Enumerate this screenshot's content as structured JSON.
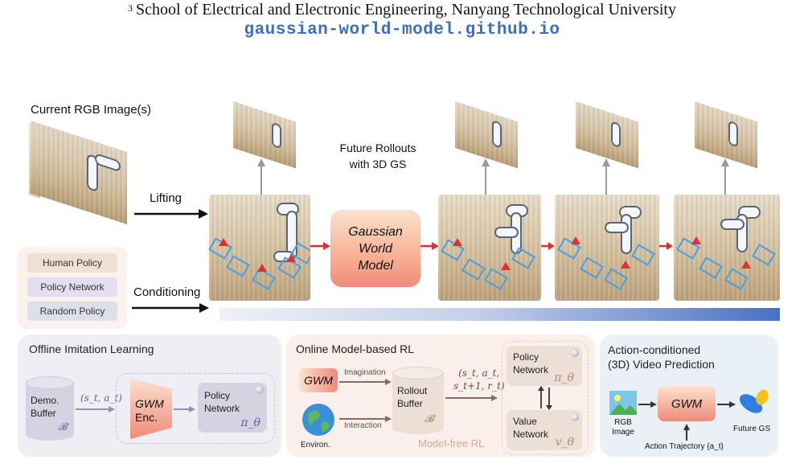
{
  "header": {
    "affiliation_sup": "3",
    "affiliation": "School of Electrical and Electronic Engineering, Nanyang Technological University",
    "url": "gaussian-world-model.github.io"
  },
  "top": {
    "current_images_label": "Current RGB Image(s)",
    "lifting_label": "Lifting",
    "conditioning_label": "Conditioning",
    "future_rollouts_line1": "Future Rollouts",
    "future_rollouts_line2": "with 3D GS",
    "gwm_line1": "Gaussian",
    "gwm_line2": "World",
    "gwm_line3": "Model",
    "policies": [
      "Human Policy",
      "Policy Network",
      "Random Policy"
    ]
  },
  "panels": {
    "offline": {
      "title": "Offline Imitation Learning",
      "buffer_line1": "Demo.",
      "buffer_line2": "Buffer",
      "buffer_symbol": "𝓑",
      "transition": "(s_t, a_t)",
      "enc_line1": "GWM",
      "enc_line2": "Enc.",
      "policy_line1": "Policy",
      "policy_line2": "Network",
      "policy_symbol": "π_θ"
    },
    "online": {
      "title": "Online Model-based RL",
      "gwm": "GWM",
      "imagination": "Imagination",
      "interaction": "Interaction",
      "environ": "Environ.",
      "buffer_line1": "Rollout",
      "buffer_line2": "Buffer",
      "buffer_symbol": "𝓑",
      "transition_line1": "(s_t, a_t,",
      "transition_line2": "s_t+1, r_t)",
      "model_free": "Model-free RL",
      "policy_line1": "Policy",
      "policy_line2": "Network",
      "policy_symbol": "π_θ",
      "value_line1": "Value",
      "value_line2": "Network",
      "value_symbol": "v_θ"
    },
    "video": {
      "title_line1": "Action-conditioned",
      "title_line2": "(3D) Video Prediction",
      "gwm": "GWM",
      "rgb_line1": "RGB",
      "rgb_line2": "Image",
      "future": "Future GS",
      "action": "Action Trajectory {a_t}"
    }
  },
  "colors": {
    "url_blue": "#3a6fc0",
    "camera_blue": "#4a9fe0",
    "arrow_red": "#e03030",
    "gwm_gradient_top": "#fbe2cf",
    "gwm_gradient_bottom": "#f08a7a",
    "bar_dark": "#4a71c4"
  }
}
